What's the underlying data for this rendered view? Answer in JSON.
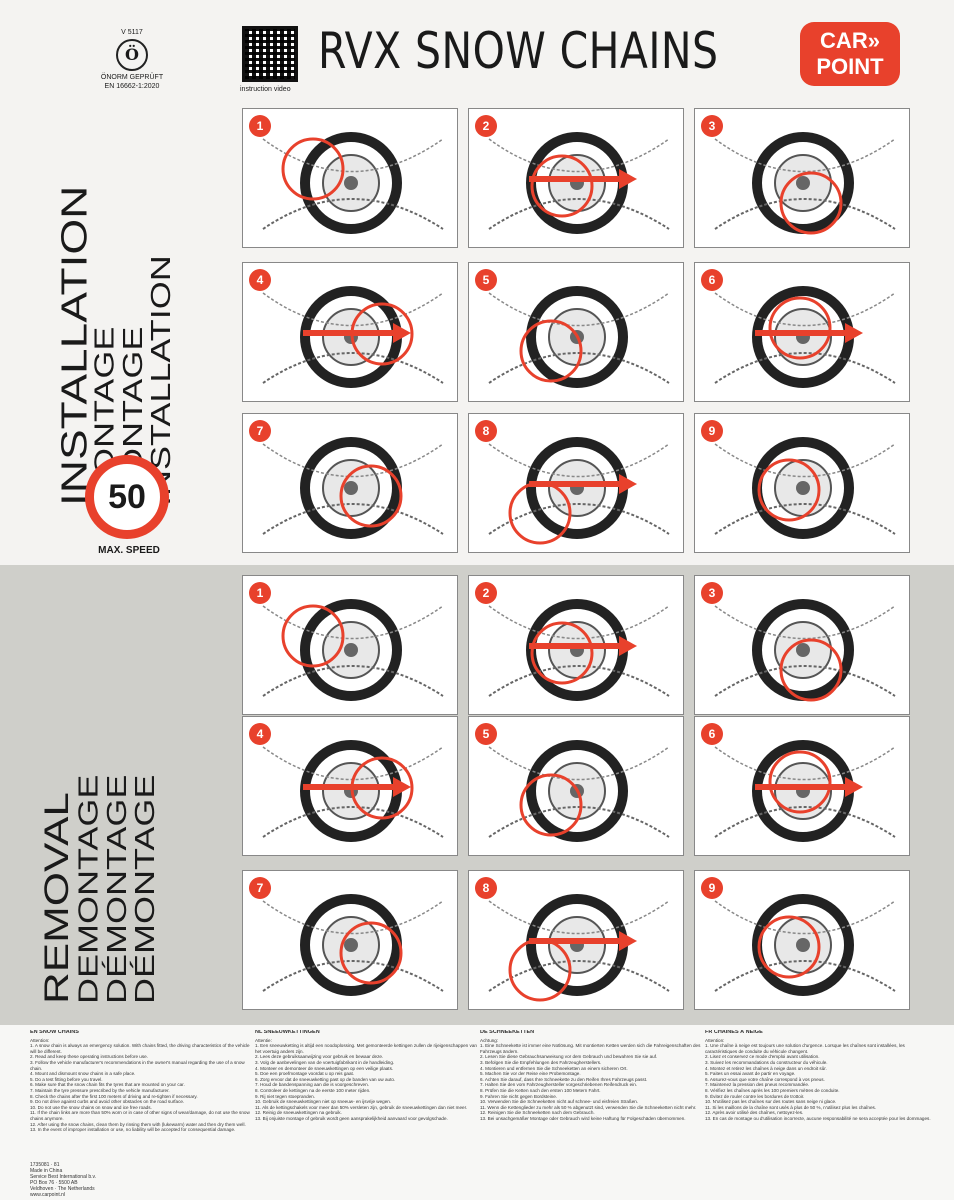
{
  "header": {
    "cert_top": "V 5117",
    "cert_mark": "Ö",
    "cert_label": "ÖNORM GEPRÜFT",
    "cert_standard": "EN 16662-1:2020",
    "qr_caption": "instruction video",
    "title": "RVX SNOW CHAINS",
    "logo_line1": "CAR»",
    "logo_line2": "POINT"
  },
  "installation": {
    "headings": [
      "INSTALLATION",
      "MONTAGE",
      "MONTAGE",
      "INSTALLATION"
    ],
    "speed_value": "50",
    "speed_caption": "MAX. SPEED",
    "steps": [
      "1",
      "2",
      "3",
      "4",
      "5",
      "6",
      "7",
      "8",
      "9"
    ]
  },
  "removal": {
    "headings": [
      "REMOVAL",
      "DEMONTAGE",
      "DÉMONTAGE",
      "DÉMONTAGE"
    ],
    "steps": [
      "1",
      "2",
      "3",
      "4",
      "5",
      "6",
      "7",
      "8",
      "9"
    ]
  },
  "text_columns": [
    {
      "title": "EN  SNOW CHAINS",
      "lines": [
        "Attention:",
        "1. A snow chain is always an emergency solution. With chains fitted, the driving characteristics of the vehicle will be different.",
        "2. Read and keep these operating instructions before use.",
        "3. Follow the vehicle manufacturer's recommendations in the owner's manual regarding the use of a snow chain.",
        "4. Mount and dismount snow chains in a safe place.",
        "5. Do a test fitting before you travel.",
        "6. Make sure that the snow chain fits the tyres that are mounted on your car.",
        "7. Maintain the tyre pressure prescribed by the vehicle manufacturer.",
        "8. Check the chains after the first 100 meters of driving and re-tighten if necessary.",
        "9. Do not drive against curbs and avoid other obstacles on the road surface.",
        "10. Do not use the snow chains on snow and ice free roads.",
        "11. If the chain links are more than 50% worn or in case of other signs of wear/damage, do not use the snow chains anymore.",
        "12. After using the snow chains, clean them by rinsing them with (lukewarm) water and then dry them well.",
        "13. In the event of improper installation or use, no liability will be accepted for consequential damage."
      ]
    },
    {
      "title": "NL  SNEEUWKETTINGEN",
      "lines": [
        "Attentie:",
        "1. Een sneeuwketting is altijd een noodoplossing. Met gemonteerde kettingen zullen de rijeigenschappen van het voertuig anders zijn.",
        "2. Lees deze gebruiksaanwijzing voor gebruik en bewaar deze.",
        "3. Volg de aanbevelingen van de voertuigfabrikant in de handleiding.",
        "4. Monteer en demonteer de sneeuwkettingen op een veilige plaats.",
        "5. Doe een proefmontage voordat u op reis gaat.",
        "6. Zorg ervoor dat de sneeuwketting past op de banden van uw auto.",
        "7. Houd de bandenspanning aan die is voorgeschreven.",
        "8. Controleer de kettingen na de eerste 100 meter rijden.",
        "9. Rij niet tegen stoepranden.",
        "10. Gebruik de sneeuwkettingen niet op sneeuw- en ijsvrije wegen.",
        "11. Als de kettingschakels voor meer dan 50% versleten zijn, gebruik de sneeuwkettingen dan niet meer.",
        "12. Reinig de sneeuwkettingen na gebruik.",
        "13. Bij onjuiste montage of gebruik wordt geen aansprakelijkheid aanvaard voor gevolgschade."
      ]
    },
    {
      "title": "DE  SCHNEEKETTEN",
      "lines": [
        "Achtung:",
        "1. Eine Schneekette ist immer eine Notlösung. Mit montierten Ketten werden sich die Fahreigenschaften des Fahrzeugs ändern.",
        "2. Lesen Sie diese Gebrauchsanweisung vor dem Gebrauch und bewahren Sie sie auf.",
        "3. Befolgen Sie die Empfehlungen des Fahrzeugherstellers.",
        "4. Montieren und entfernen Sie die Schneeketten an einem sicheren Ort.",
        "5. Machen Sie vor der Reise eine Probemontage.",
        "6. Achten Sie darauf, dass Ihre Schneekette zu den Reifen Ihres Fahrzeugs passt.",
        "7. Halten Sie den vom Fahrzeughersteller vorgeschriebenen Reifendruck ein.",
        "8. Prüfen Sie die Ketten nach den ersten 100 Metern Fahrt.",
        "9. Fahren Sie nicht gegen Bordsteine.",
        "10. Verwenden Sie die Schneeketten nicht auf schnee- und eisfreien Straßen.",
        "11. Wenn die Kettenglieder zu mehr als 50 % abgenutzt sind, verwenden Sie die Schneeketten nicht mehr.",
        "12. Reinigen Sie die Schneeketten nach dem Gebrauch.",
        "13. Bei unsachgemäßer Montage oder Gebrauch wird keine Haftung für Folgeschäden übernommen."
      ]
    },
    {
      "title": "FR  CHAÎNES À NEIGE",
      "lines": [
        "Attention:",
        "1. Une chaîne à neige est toujours une solution d'urgence. Lorsque les chaînes sont installées, les caractéristiques de conduite du véhicule changent.",
        "2. Lisez et conservez ce mode d'emploi avant utilisation.",
        "3. Suivez les recommandations du constructeur du véhicule.",
        "4. Montez et retirez les chaînes à neige dans un endroit sûr.",
        "5. Faites un essai avant de partir en voyage.",
        "6. Assurez-vous que votre chaîne correspond à vos pneus.",
        "7. Maintenez la pression des pneus recommandée.",
        "8. Vérifiez les chaînes après les 100 premiers mètres de conduite.",
        "9. Évitez de rouler contre les bordures de trottoir.",
        "10. N'utilisez pas les chaînes sur des routes sans neige ni glace.",
        "11. Si les maillons de la chaîne sont usés à plus de 50 %, n'utilisez plus les chaînes.",
        "12. Après avoir utilisé des chaînes, nettoyez-les.",
        "13. En cas de montage ou d'utilisation incorrecte, aucune responsabilité ne sera acceptée pour les dommages."
      ]
    }
  ],
  "footer": {
    "code": "1735081 · 81",
    "made_in": "Made in China",
    "company": "Service Best International b.v.",
    "address1": "PO Box 76 · 5500 AB",
    "address2": "Veldhoven · The Netherlands",
    "web": "www.carpoint.nl"
  },
  "colors": {
    "accent": "#e8412c",
    "removal_bg": "#cfcfca"
  }
}
